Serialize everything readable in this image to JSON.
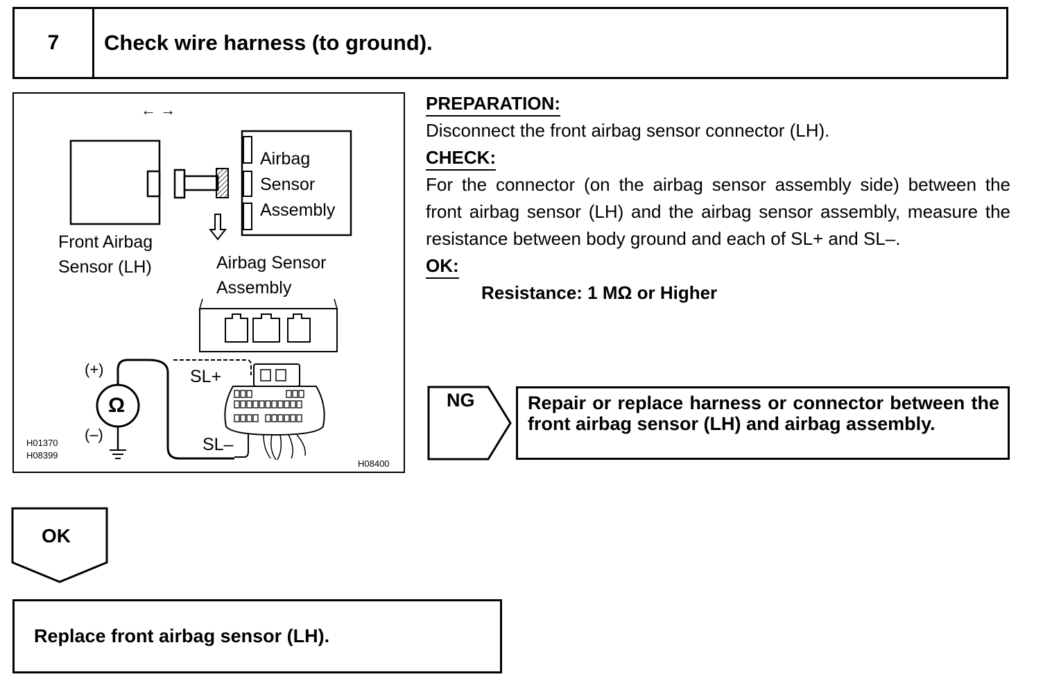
{
  "step": {
    "number": "7",
    "title": "Check wire harness (to ground)."
  },
  "figure": {
    "arrows": "← →",
    "front_sensor_label": [
      "Front Airbag",
      "Sensor (LH)"
    ],
    "assembly_box_label": [
      "Airbag",
      "Sensor",
      "Assembly"
    ],
    "assembly_label": [
      "Airbag Sensor",
      "Assembly"
    ],
    "plus": "(+)",
    "minus": "(–)",
    "ohm": "Ω",
    "sl_plus": "SL+",
    "sl_minus": "SL–",
    "codes_left": [
      "H01370",
      "H08399"
    ],
    "code_right": "H08400"
  },
  "preparation": {
    "heading": "PREPARATION:",
    "text": "Disconnect the front airbag sensor connector (LH)."
  },
  "check": {
    "heading": "CHECK:",
    "text": "For the connector (on the airbag sensor assembly side) between the front airbag sensor (LH) and the airbag sensor assembly, measure the resistance between body ground and each of SL+ and SL–."
  },
  "ok": {
    "heading": "OK:",
    "spec": "Resistance: 1 MΩ or Higher"
  },
  "ng": {
    "label": "NG",
    "action": "Repair or replace harness or connector between the front airbag sensor (LH) and airbag assembly."
  },
  "ok_branch": {
    "label": "OK",
    "action": "Replace front airbag sensor (LH)."
  }
}
